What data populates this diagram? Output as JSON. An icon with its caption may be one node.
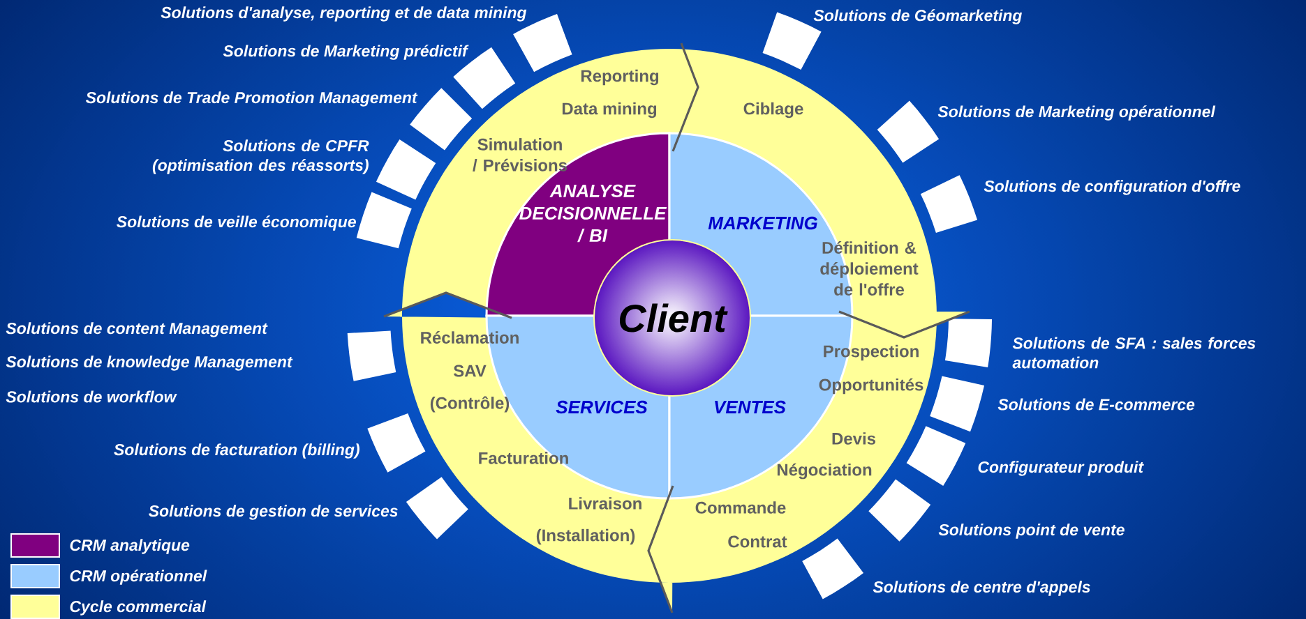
{
  "diagram": {
    "nodes": [
      {
        "text": [
          "ANALYSE DECISIONNELLE / BI"
        ]
      },
      {
        "text": [
          "MARKETING"
        ]
      },
      {
        "text": [
          "SERVICES"
        ]
      },
      {
        "text": [
          "VENTES"
        ]
      },
      {
        "text": [
          "Client"
        ]
      }
    ],
    "labels": [
      "Solutions d'analyse, reporting et de data mining",
      "Solutions de Marketing prédictif",
      "Solutions de Trade Promotion Management",
      "Solutions de CPFR (optimisation des réassorts)",
      "Solutions de veille économique",
      "Solutions de Géomarketing",
      "Solutions de Marketing opérationnel",
      "Solutions de configuration d'offre",
      "Solutions de content Management",
      "Solutions de knowledge Management",
      "Solutions de workflow",
      "Solutions de SFA : sales forces automation",
      "Solutions de E-commerce",
      "Solutions de facturation (billing)",
      "Configurateur produit",
      "Solutions de gestion de services",
      "Solutions point de vente",
      "Solutions de centre d'appels",
      "Reporting",
      "Data mining",
      "Ciblage",
      "Simulation / Prévisions",
      "Définition & déploiement de l'offre",
      "Réclamation",
      "Prospection",
      "SAV",
      "Opportunités",
      "(Contrôle)",
      "Devis",
      "Facturation",
      "Négociation",
      "Livraison",
      "Commande",
      "(Installation)",
      "Contrat"
    ],
    "legend": [
      {
        "text": "CRM analytique",
        "color": "#800080"
      },
      {
        "text": "CRM opérationnel",
        "color": "#99ccff"
      },
      {
        "text": "Cycle commercial",
        "color": "#ffff99"
      }
    ]
  }
}
